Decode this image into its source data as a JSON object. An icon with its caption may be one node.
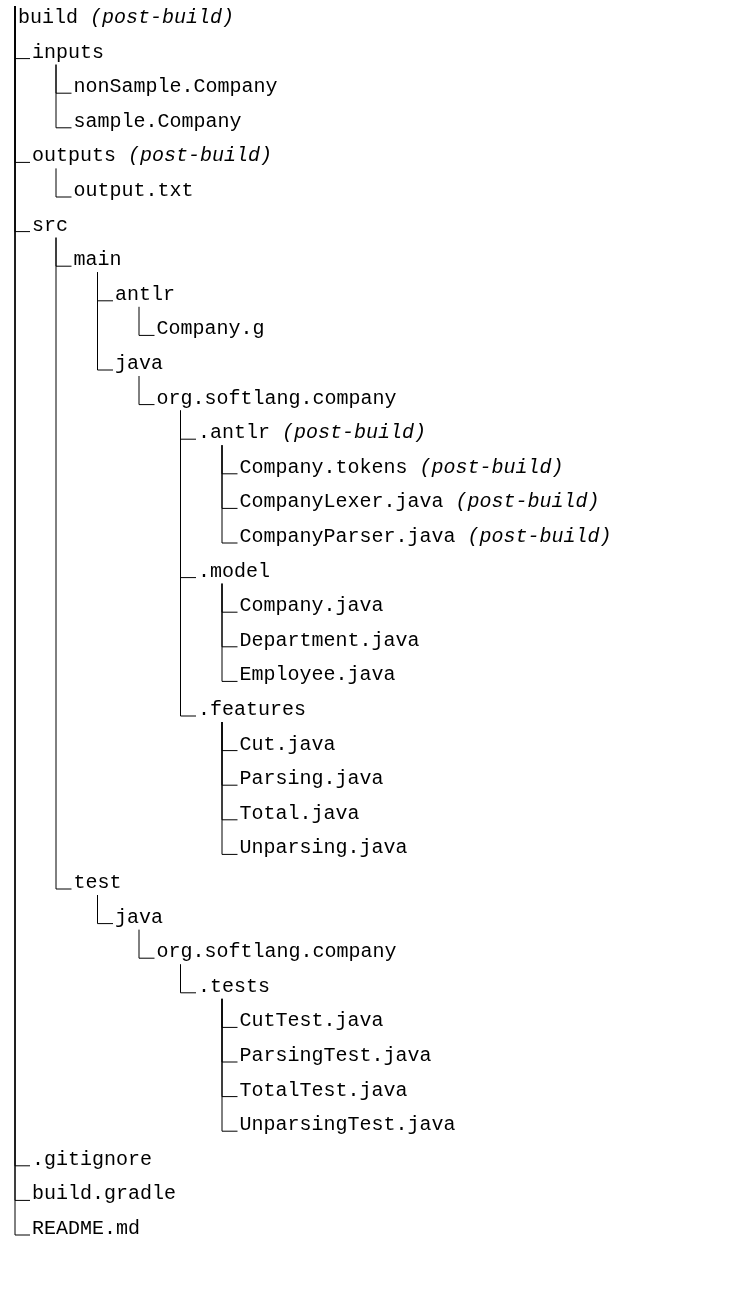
{
  "diagram": {
    "nodes": [
      {
        "text": [
          "build *(post-build)*"
        ]
      },
      {
        "text": [
          "inputs"
        ]
      },
      {
        "text": [
          "nonSample.Company"
        ]
      },
      {
        "text": [
          "sample.Company"
        ]
      },
      {
        "text": [
          "outputs *(post-build)*"
        ]
      },
      {
        "text": [
          "output.txt"
        ]
      },
      {
        "text": [
          "src"
        ]
      },
      {
        "text": [
          "main"
        ]
      },
      {
        "text": [
          "antlr"
        ]
      },
      {
        "text": [
          "Company.g"
        ]
      },
      {
        "text": [
          "java"
        ]
      },
      {
        "text": [
          "org.softlang.company"
        ]
      },
      {
        "text": [
          ".antlr *(post-build)*"
        ]
      },
      {
        "text": [
          "Company.tokens *(post-build)*"
        ]
      },
      {
        "text": [
          "CompanyLexer.java *(post-build)*"
        ]
      },
      {
        "text": [
          "CompanyParser.java *(post-build)*"
        ]
      },
      {
        "text": [
          ".model"
        ]
      },
      {
        "text": [
          "Company.java"
        ]
      },
      {
        "text": [
          "Department.java"
        ]
      },
      {
        "text": [
          "Employee.java"
        ]
      },
      {
        "text": [
          ".features"
        ]
      },
      {
        "text": [
          "Cut.java"
        ]
      },
      {
        "text": [
          "Parsing.java"
        ]
      },
      {
        "text": [
          "Total.java"
        ]
      },
      {
        "text": [
          "Unparsing.java"
        ]
      },
      {
        "text": [
          "test"
        ]
      },
      {
        "text": [
          "java"
        ]
      },
      {
        "text": [
          "org.softlang.company"
        ]
      },
      {
        "text": [
          ".tests"
        ]
      },
      {
        "text": [
          "CutTest.java"
        ]
      },
      {
        "text": [
          "ParsingTest.java"
        ]
      },
      {
        "text": [
          "TotalTest.java"
        ]
      },
      {
        "text": [
          "UnparsingTest.java"
        ]
      },
      {
        "text": [
          ".gitignore"
        ]
      },
      {
        "text": [
          "build.gradle"
        ]
      },
      {
        "text": [
          "README.md"
        ]
      }
    ],
    "edges": [
      {
        "from": 0,
        "to": 1,
        "arrow": "none"
      },
      {
        "from": 1,
        "to": 2,
        "arrow": "none"
      },
      {
        "from": 1,
        "to": 3,
        "arrow": "none"
      },
      {
        "from": 0,
        "to": 4,
        "arrow": "none"
      },
      {
        "from": 4,
        "to": 5,
        "arrow": "none"
      },
      {
        "from": 0,
        "to": 6,
        "arrow": "none"
      },
      {
        "from": 6,
        "to": 7,
        "arrow": "none"
      },
      {
        "from": 7,
        "to": 8,
        "arrow": "none"
      },
      {
        "from": 8,
        "to": 9,
        "arrow": "none"
      },
      {
        "from": 7,
        "to": 10,
        "arrow": "none"
      },
      {
        "from": 10,
        "to": 11,
        "arrow": "none"
      },
      {
        "from": 11,
        "to": 12,
        "arrow": "none"
      },
      {
        "from": 12,
        "to": 13,
        "arrow": "none"
      },
      {
        "from": 12,
        "to": 14,
        "arrow": "none"
      },
      {
        "from": 12,
        "to": 15,
        "arrow": "none"
      },
      {
        "from": 11,
        "to": 16,
        "arrow": "none"
      },
      {
        "from": 16,
        "to": 17,
        "arrow": "none"
      },
      {
        "from": 16,
        "to": 18,
        "arrow": "none"
      },
      {
        "from": 16,
        "to": 19,
        "arrow": "none"
      },
      {
        "from": 11,
        "to": 20,
        "arrow": "none"
      },
      {
        "from": 20,
        "to": 21,
        "arrow": "none"
      },
      {
        "from": 20,
        "to": 22,
        "arrow": "none"
      },
      {
        "from": 20,
        "to": 23,
        "arrow": "none"
      },
      {
        "from": 20,
        "to": 24,
        "arrow": "none"
      },
      {
        "from": 6,
        "to": 25,
        "arrow": "none"
      },
      {
        "from": 25,
        "to": 26,
        "arrow": "none"
      },
      {
        "from": 26,
        "to": 27,
        "arrow": "none"
      },
      {
        "from": 27,
        "to": 28,
        "arrow": "none"
      },
      {
        "from": 28,
        "to": 29,
        "arrow": "none"
      },
      {
        "from": 28,
        "to": 30,
        "arrow": "none"
      },
      {
        "from": 28,
        "to": 31,
        "arrow": "none"
      },
      {
        "from": 28,
        "to": 32,
        "arrow": "none"
      },
      {
        "from": 0,
        "to": 33,
        "arrow": "none"
      },
      {
        "from": 0,
        "to": 34,
        "arrow": "none"
      },
      {
        "from": 0,
        "to": 35,
        "arrow": "none"
      }
    ]
  }
}
